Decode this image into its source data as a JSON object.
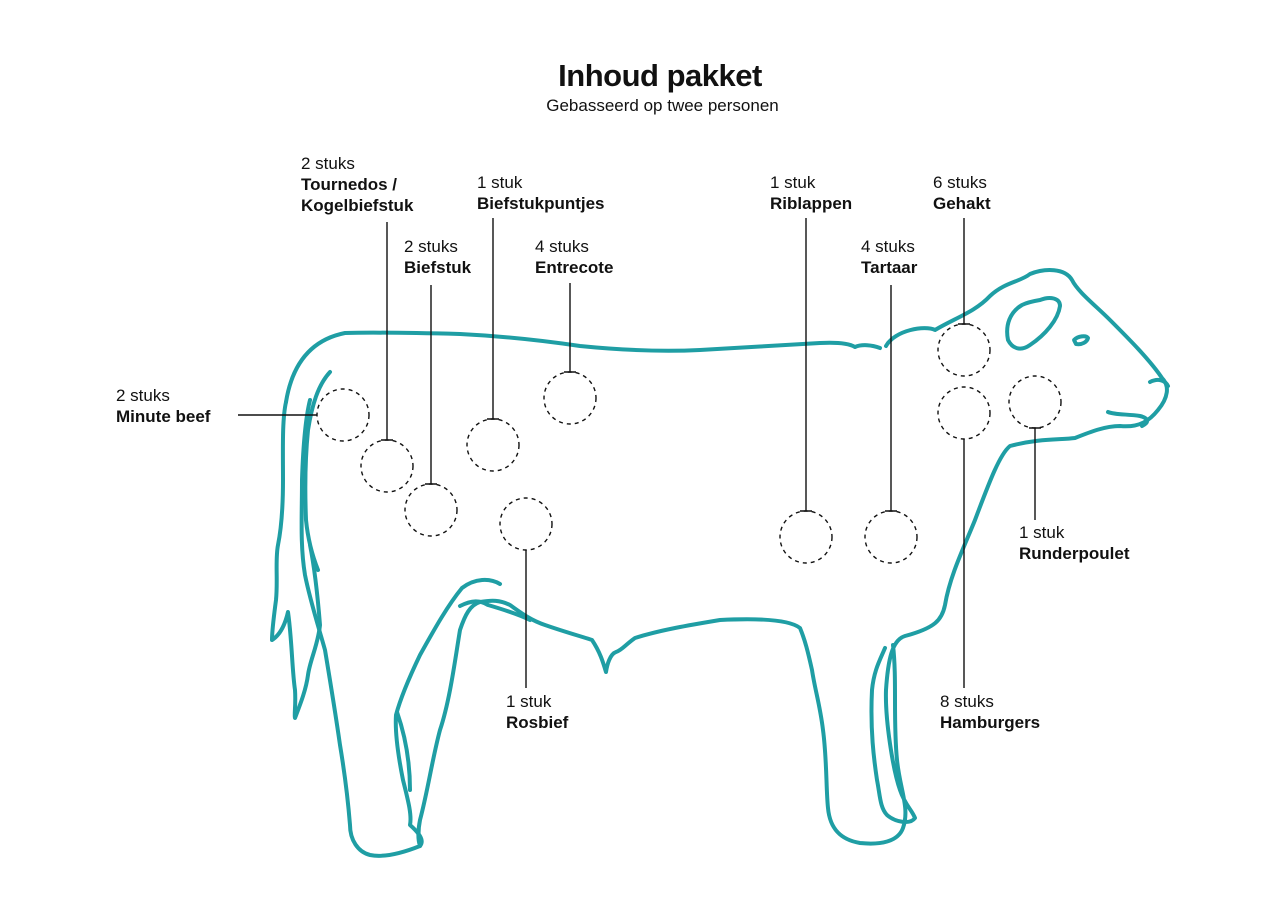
{
  "header": {
    "title": "Inhoud pakket",
    "subtitle": "Gebasseerd op twee personen"
  },
  "colors": {
    "outline": "#1f9ea4",
    "text": "#111111",
    "leader": "#111111"
  },
  "cuts": [
    {
      "id": "minute-beef",
      "qty": "2 stuks",
      "name": "Minute beef"
    },
    {
      "id": "tournedos",
      "qty": "2 stuks",
      "name": "Tournedos /",
      "name2": "Kogelbiefstuk"
    },
    {
      "id": "biefstuk",
      "qty": "2 stuks",
      "name": "Biefstuk"
    },
    {
      "id": "biefstukpuntjes",
      "qty": "1 stuk",
      "name": "Biefstukpuntjes"
    },
    {
      "id": "entrecote",
      "qty": "4 stuks",
      "name": "Entrecote"
    },
    {
      "id": "riblappen",
      "qty": "1 stuk",
      "name": "Riblappen"
    },
    {
      "id": "tartaar",
      "qty": "4 stuks",
      "name": "Tartaar"
    },
    {
      "id": "gehakt",
      "qty": "6 stuks",
      "name": "Gehakt"
    },
    {
      "id": "runderpoulet",
      "qty": "1 stuk",
      "name": "Runderpoulet"
    },
    {
      "id": "rosbief",
      "qty": "1 stuk",
      "name": "Rosbief"
    },
    {
      "id": "hamburgers",
      "qty": "8 stuks",
      "name": "Hamburgers"
    }
  ]
}
